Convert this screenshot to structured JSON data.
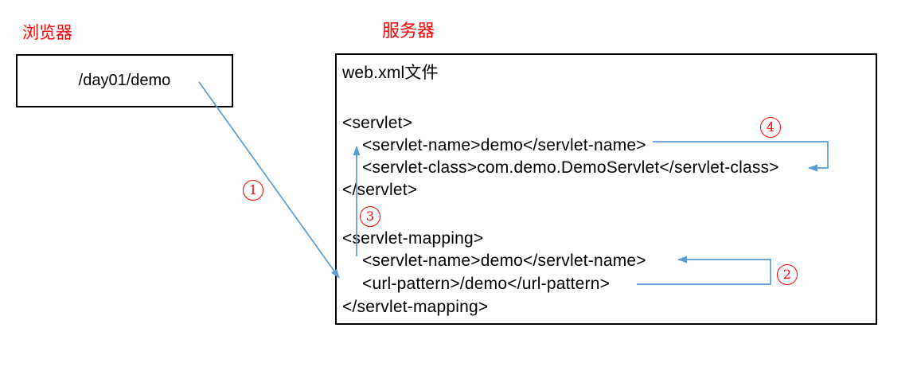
{
  "colors": {
    "accent_red": "#ff0000",
    "arrow_blue": "#5b9bd5",
    "text_black": "#000000",
    "box_border": "#000000",
    "background": "#ffffff"
  },
  "browser": {
    "label": "浏览器",
    "request_path": "/day01/demo"
  },
  "server": {
    "label": "服务器",
    "file_label": "web.xml文件",
    "xml_lines": [
      "<servlet>",
      "<servlet-name>demo</servlet-name>",
      "<servlet-class>com.demo.DemoServlet</servlet-class>",
      "</servlet>",
      "<servlet-mapping>",
      "<servlet-name>demo</servlet-name>",
      "<url-pattern>/demo</url-pattern>",
      "</servlet-mapping>"
    ]
  },
  "steps": [
    "1",
    "2",
    "3",
    "4"
  ]
}
